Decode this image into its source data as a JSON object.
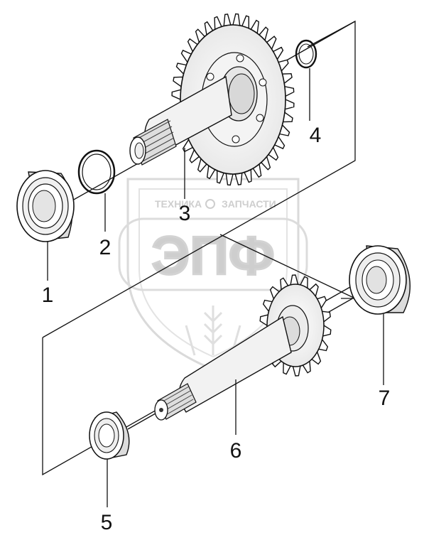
{
  "diagram": {
    "callouts": [
      "1",
      "2",
      "3",
      "4",
      "5",
      "6",
      "7"
    ],
    "watermark": {
      "line1_left": "ТЕХНИКА",
      "line1_right": "ЗАПЧАСТИ",
      "logo": "ЭПФ"
    }
  }
}
